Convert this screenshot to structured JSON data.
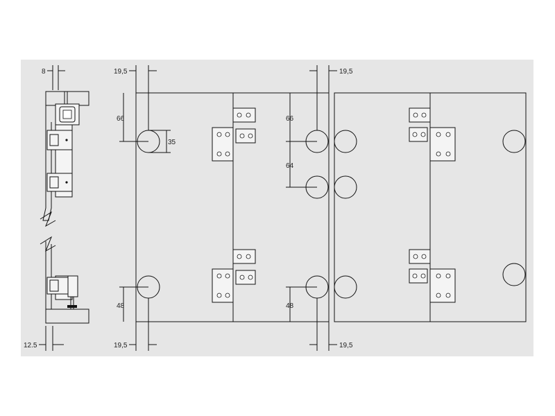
{
  "colors": {
    "canvas": "#e6e6e6",
    "line": "#111111",
    "text": "#222222",
    "hardware": "#f4f4f4"
  },
  "dimensions": {
    "side_top_offset": "8",
    "side_bottom_offset": "12.5",
    "left_edge_offset_top": "19,5",
    "right_edge_offset_top": "19,5",
    "left_edge_offset_bottom": "19,5",
    "right_edge_offset_bottom": "19,5",
    "left_top_hole_height": "66",
    "hole_diameter": "35",
    "right_top_hole_height": "66",
    "hole_spacing": "64",
    "left_bottom_hole_height": "48",
    "right_bottom_hole_height": "48"
  }
}
